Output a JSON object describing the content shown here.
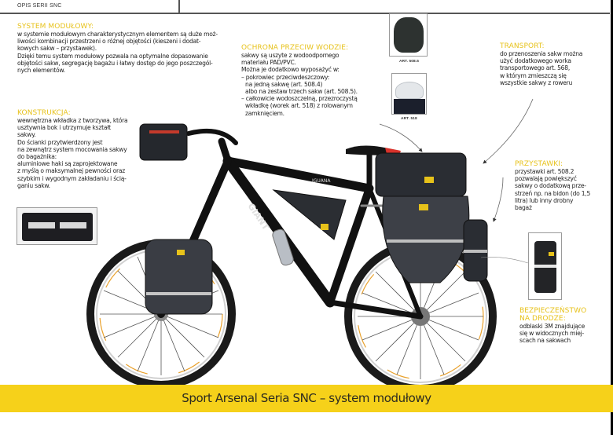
{
  "header": {
    "title": "OPIS SERII SNC"
  },
  "sections": {
    "system": {
      "heading": "SYSTEM MODUŁOWY:",
      "lines": [
        "w systemie modułowym charakterystycznym elementem są duże moż-",
        "liwości kombinacji przestrzeni o różnej objętości (kieszeni i dodat-",
        "kowych sakw – przystawek).",
        "Dzięki temu system modułowy pozwala na optymalne dopasowanie",
        "objętości sakw, segregację bagażu i łatwy dostęp do jego poszczegól-",
        "nych elementów."
      ]
    },
    "konstrukcja": {
      "heading": "KONSTRUKCJA:",
      "lines": [
        "wewnętrzna wkładka z tworzywa, która",
        "usztywnia bok i utrzymuje kształt",
        "sakwy.",
        "Do ścianki przytwierdzony jest",
        "na zewnątrz system mocowania sakwy",
        "do bagażnika:",
        "aluminiowe haki są zaprojektowane",
        "z myślą o maksymalnej pewności oraz",
        "szybkim i wygodnym zakładaniu i ścią-",
        "ganiu sakw."
      ]
    },
    "ochrona": {
      "heading": "OCHRONA PRZECIW WODZIE:",
      "lines": [
        "sakwy są uszyte z wodoodpornego",
        "materiału PAD/PVC.",
        "Można je dodatkowo wyposażyć w:",
        "– pokrowiec przeciwdeszczowy:",
        "  na jedną sakwę (art. 508.4)",
        "  albo na zestaw trzech sakw (art. 508.5).",
        "– całkowicie wodoszczelną, przezroczystą",
        "  wkładkę (worek art. 518) z rolowanym",
        "  zamknięciem."
      ]
    },
    "transport": {
      "heading": "TRANSPORT:",
      "lines": [
        "do przenoszenia sakw można",
        "użyć dodatkowego worka",
        "transportowego art. 568,",
        "w którym zmieszczą się",
        "wszystkie sakwy z roweru"
      ]
    },
    "przystawki": {
      "heading": "PRZYSTAWKI:",
      "lines": [
        "przystawki art. 508.2",
        "pozwalają powiększyć",
        "sakwy o dodatkową prze-",
        "strzeń np. na bidon (do 1,5",
        "litra) lub inny drobny",
        "bagaż"
      ]
    },
    "bezpieczenstwo": {
      "heading_lines": [
        "BEZPIECZEŃSTWO",
        "NA DRODZE:"
      ],
      "lines": [
        "odblaski 3M znajdujące",
        "się w widocznych miej-",
        "scach na sakwach"
      ]
    }
  },
  "thumbnails": {
    "rain_cover": {
      "caption": "ART. 508.5",
      "icon": "rain-cover-bag"
    },
    "waterproof_liner": {
      "caption": "ART. 518",
      "icon": "transparent-liner-bag"
    },
    "mounting_hooks": {
      "icon": "pannier-mounting-hooks"
    },
    "reflective_pannier": {
      "icon": "reflective-side-pouch"
    }
  },
  "main_image": {
    "subject": "bicycle-with-panniers",
    "labels": [
      "GIANT",
      "IGUANA"
    ]
  },
  "footer": {
    "title": "Sport Arsenal Seria SNC  –  system modułowy"
  },
  "colors": {
    "heading": "#e7c21a",
    "footer_band": "#f6d11a",
    "rule": "#555555"
  }
}
